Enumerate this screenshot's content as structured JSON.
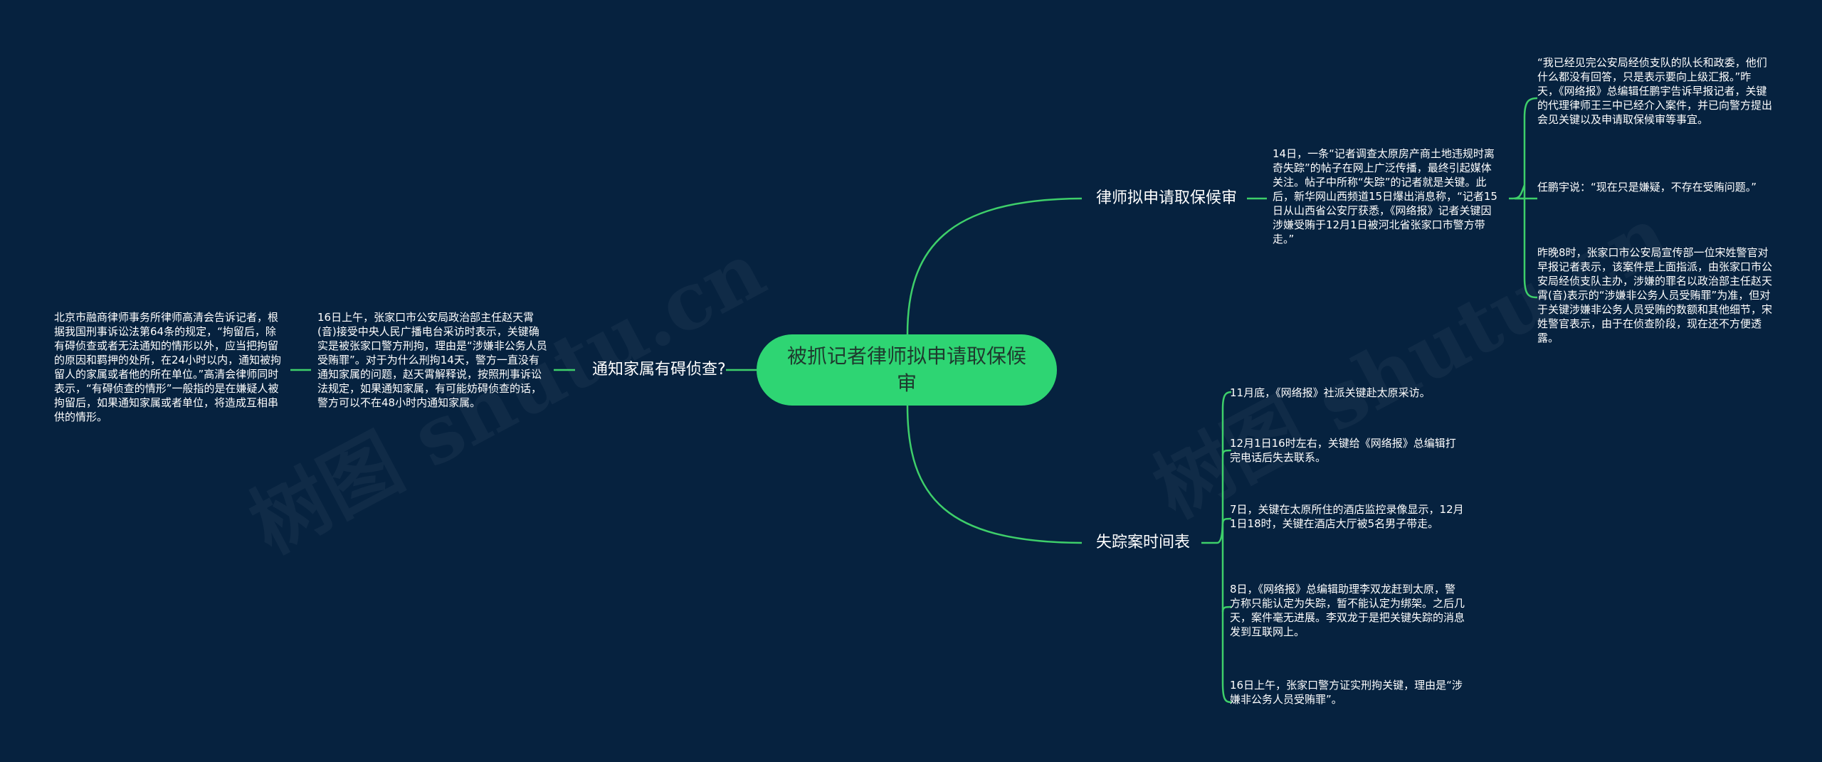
{
  "watermark": {
    "text": "树图 shutu.cn"
  },
  "colors": {
    "background": "#06223f",
    "root_fill": "#2ed573",
    "line": "#3ecf6a",
    "text": "#ffffff"
  },
  "root": {
    "label": "被抓记者律师拟申请取保候审"
  },
  "branches": {
    "bail": {
      "label": "律师拟申请取保候审",
      "summary": "14日，一条“记者调查太原房产商土地违规时离奇失踪”的帖子在网上广泛传播，最终引起媒体关注。帖子中所称“失踪”的记者就是关键。此后，新华网山西频道15日爆出消息称，“记者15日从山西省公安厅获悉，《网络报》记者关键因涉嫌受贿于12月1日被河北省张家口市警方带走。”",
      "children": [
        "“我已经见完公安局经侦支队的队长和政委，他们什么都没有回答，只是表示要向上级汇报。”昨天，《网络报》总编辑任鹏宇告诉早报记者，关键的代理律师王三中已经介入案件，并已向警方提出会见关键以及申请取保候审等事宜。",
        "任鹏宇说：“现在只是嫌疑，不存在受贿问题。”",
        "昨晚8时，张家口市公安局宣传部一位宋姓警官对早报记者表示，该案件是上面指派，由张家口市公安局经侦支队主办，涉嫌的罪名以政治部主任赵天霄(音)表示的“涉嫌非公务人员受贿罪”为准，但对于关键涉嫌非公务人员受贿的数额和其他细节，宋姓警官表示，由于在侦查阶段，现在还不方便透露。"
      ]
    },
    "family": {
      "label": "通知家属有碍侦查?",
      "summary": "16日上午，张家口市公安局政治部主任赵天霄(音)接受中央人民广播电台采访时表示，关键确实是被张家口警方刑拘，理由是“涉嫌非公务人员受贿罪”。对于为什么刑拘14天，警方一直没有通知家属的问题，赵天霄解释说，按照刑事诉讼法规定，如果通知家属，有可能妨碍侦查的话，警方可以不在48小时内通知家属。",
      "detail": "北京市融商律师事务所律师高清会告诉记者，根据我国刑事诉讼法第64条的规定，“拘留后，除有碍侦查或者无法通知的情形以外，应当把拘留的原因和羁押的处所，在24小时以内，通知被拘留人的家属或者他的所在单位。”高清会律师同时表示，“有碍侦查的情形”一般指的是在嫌疑人被拘留后，如果通知家属或者单位，将造成互相串供的情形。"
    },
    "timeline": {
      "label": "失踪案时间表",
      "children": [
        "11月底，《网络报》社派关键赴太原采访。",
        "12月1日16时左右，关键给《网络报》总编辑打完电话后失去联系。",
        "7日，关键在太原所住的酒店监控录像显示，12月1日18时，关键在酒店大厅被5名男子带走。",
        "8日，《网络报》总编辑助理李双龙赶到太原，警方称只能认定为失踪，暂不能认定为绑架。之后几天，案件毫无进展。李双龙于是把关键失踪的消息发到互联网上。",
        "16日上午，张家口警方证实刑拘关键，理由是“涉嫌非公务人员受贿罪”。"
      ]
    }
  }
}
